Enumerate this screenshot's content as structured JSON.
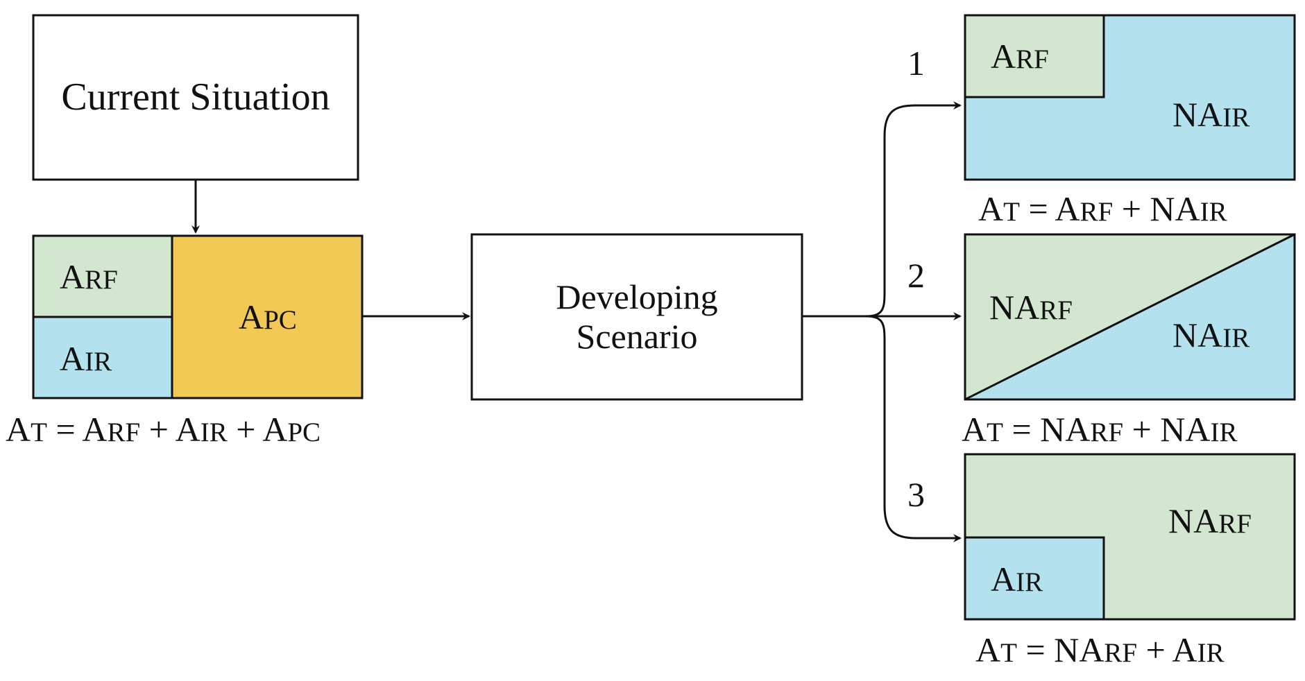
{
  "colors": {
    "rf_green": "#d3e6d0",
    "ir_blue": "#b3e1ee",
    "pc_orange": "#f2c955",
    "stroke": "#111111"
  },
  "current_situation": {
    "label": "Current Situation",
    "areas": {
      "rf": {
        "main": "A",
        "sub": "RF"
      },
      "ir": {
        "main": "A",
        "sub": "IR"
      },
      "pc": {
        "main": "A",
        "sub": "PC"
      }
    },
    "equation": {
      "t_main": "A",
      "t_sub": "T",
      "eq": " = ",
      "a_main": "A",
      "a_sub": "RF",
      "plus1": " + ",
      "b_main": "A",
      "b_sub": "IR",
      "plus2": " + ",
      "c_main": "A",
      "c_sub": "PC"
    }
  },
  "developing": {
    "line1": "Developing",
    "line2": "Scenario"
  },
  "scenarios": [
    {
      "number": "1",
      "areas": {
        "a": {
          "main": "A",
          "sub": "RF"
        },
        "b": {
          "main": "NA",
          "sub": "IR"
        }
      },
      "equation": {
        "t_main": "A",
        "t_sub": "T",
        "eq": " = ",
        "a_main": "A",
        "a_sub": "RF",
        "plus": " + ",
        "b_main": "NA",
        "b_sub": "IR"
      }
    },
    {
      "number": "2",
      "areas": {
        "a": {
          "main": "NA",
          "sub": "RF"
        },
        "b": {
          "main": "NA",
          "sub": "IR"
        }
      },
      "equation": {
        "t_main": "A",
        "t_sub": "T",
        "eq": " = ",
        "a_main": "NA",
        "a_sub": "RF",
        "plus": " + ",
        "b_main": "NA",
        "b_sub": "IR"
      }
    },
    {
      "number": "3",
      "areas": {
        "a": {
          "main": "NA",
          "sub": "RF"
        },
        "b": {
          "main": "A",
          "sub": "IR"
        }
      },
      "equation": {
        "t_main": "A",
        "t_sub": "T",
        "eq": " = ",
        "a_main": "NA",
        "a_sub": "RF",
        "plus": " + ",
        "b_main": "A",
        "b_sub": "IR"
      }
    }
  ]
}
